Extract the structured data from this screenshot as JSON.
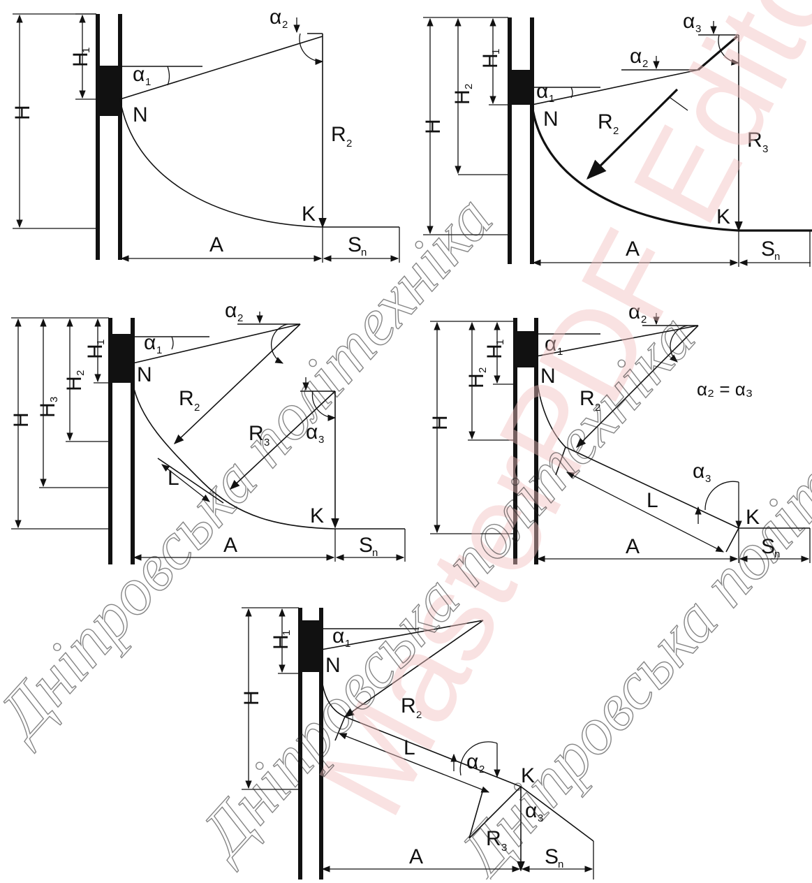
{
  "labels": {
    "H": "H",
    "H1": "H",
    "H1_sub": "1",
    "H2": "H",
    "H2_sub": "2",
    "H3": "H",
    "H3_sub": "3",
    "N": "N",
    "K": "K",
    "A": "A",
    "S": "S",
    "S_sub": "n",
    "R": "R",
    "R2_sub": "2",
    "R3_sub": "3",
    "L": "L",
    "alpha": "α",
    "a1_sub": "1",
    "a2_sub": "2",
    "a3_sub": "3",
    "a2_eq_a3": "α₂ = α₃"
  },
  "watermarks": {
    "text1": "Дніпровська політехніка",
    "text2": "MasterPDF Editor"
  }
}
